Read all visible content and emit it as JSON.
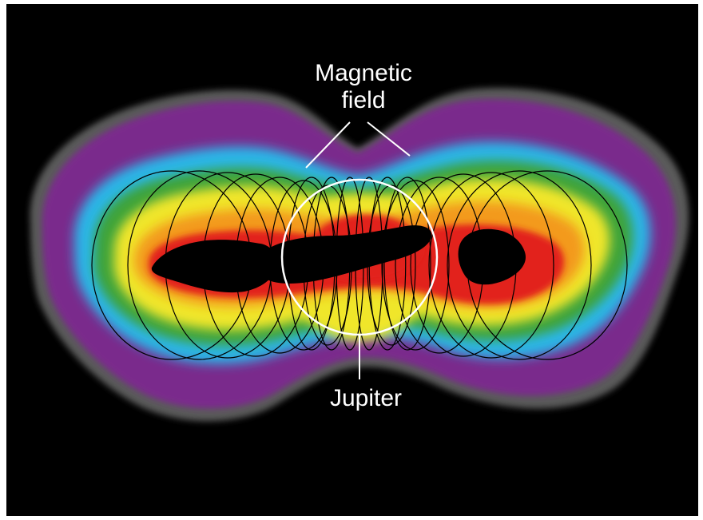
{
  "labels": {
    "magnetic_field_line1": "Magnetic",
    "magnetic_field_line2": "field",
    "jupiter": "Jupiter"
  },
  "colors": {
    "background": "#000000",
    "halo_gray": "#5a5a5a",
    "purple": "#7a2a8c",
    "blue": "#29b6e8",
    "green": "#3ea33a",
    "yellow": "#f0e62a",
    "orange": "#f39a1f",
    "red": "#e2231a",
    "field_lines": "#000000",
    "planet_outline": "#ffffff",
    "label_text": "#ffffff"
  }
}
